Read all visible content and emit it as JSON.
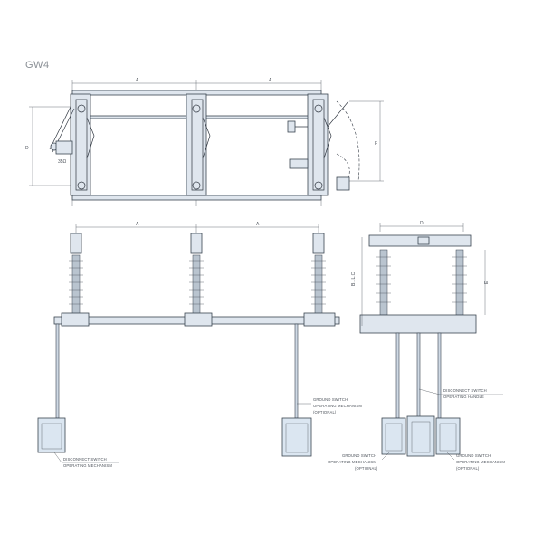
{
  "title": "GW4",
  "dimensions": {
    "a": "A",
    "d": "D",
    "e": "E",
    "f": "F",
    "blc": "B.I.L.C",
    "angle": "35Ω"
  },
  "callouts": {
    "disconnect_switch_mechanism": [
      "DISCONNECT SWITCH",
      "OPERATING MECHANISM"
    ],
    "ground_switch_mechanism_mid": [
      "GROUND SWITCH",
      "OPERATING MECHANISM",
      "(OPTIONAL)"
    ],
    "disconnect_switch_handle": [
      "DISCONNECT SWITCH",
      "OPERATING HANDLE"
    ],
    "ground_switch_mechanism_left": [
      "GROUND SWITCH",
      "OPERATING MECHANISM",
      "(OPTIONAL)"
    ],
    "ground_switch_mechanism_right": [
      "GROUND SWITCH",
      "OPERATING MECHANISM",
      "(OPTIONAL)"
    ]
  },
  "colors": {
    "line": "#2f3640",
    "fill": "#dfe6ee",
    "box": "#dbe6f1"
  }
}
